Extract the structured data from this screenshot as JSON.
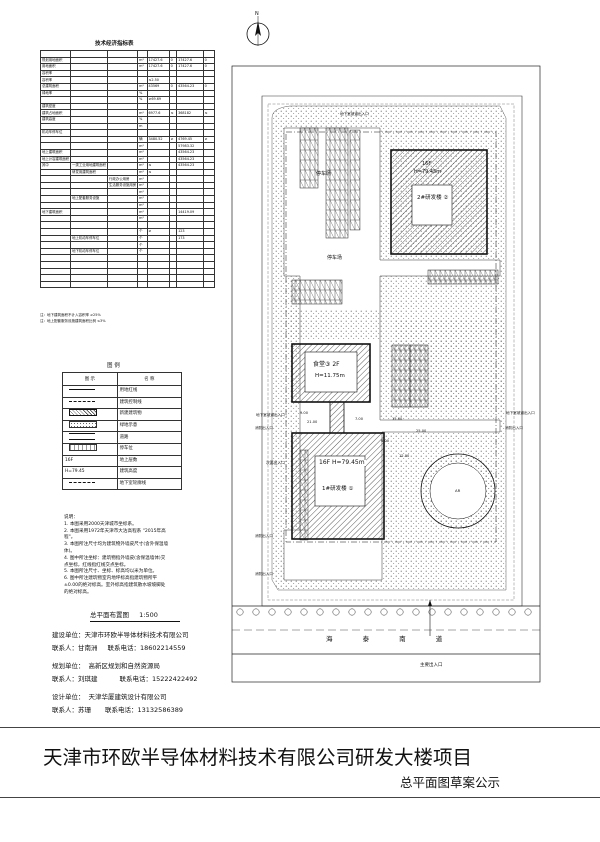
{
  "north_arrow": {
    "label": "N"
  },
  "spec_table": {
    "title": "技术经济指标表",
    "headers": [
      "",
      "",
      "",
      "单位",
      "",
      "",
      "",
      ""
    ],
    "rows": [
      [
        "",
        "",
        "",
        "",
        "",
        "",
        "",
        ""
      ],
      [
        "规划用地面积",
        "",
        "",
        "m²",
        "17427.6",
        "0",
        "17427.6",
        "0"
      ],
      [
        "用地面积",
        "",
        "",
        "m²",
        "17427.6",
        "0",
        "17427.6",
        "0"
      ],
      [
        "容积率",
        "",
        "",
        "",
        "",
        "",
        "",
        ""
      ],
      [
        "容积率",
        "",
        "",
        "",
        "≤2.50",
        "",
        "",
        ""
      ],
      [
        "总建筑面积",
        "",
        "",
        "m²",
        "43569",
        "0",
        "43564.23",
        "0"
      ],
      [
        "绿地率",
        "",
        "",
        "%",
        "",
        "",
        "",
        ""
      ],
      [
        "",
        "",
        "",
        "%",
        "≥69.69",
        "",
        "",
        ""
      ],
      [
        "建筑密度",
        "",
        "",
        "",
        "",
        "",
        "",
        ""
      ],
      [
        "建筑占地面积",
        "",
        "",
        "m²",
        "6977.6",
        "≤",
        "368182",
        "≤"
      ],
      [
        "建筑高度",
        "",
        "",
        "%",
        "",
        "",
        "",
        ""
      ],
      [
        "",
        "",
        "",
        "m",
        "",
        "",
        "",
        ""
      ],
      [
        "机动车停车位",
        "",
        "",
        "",
        "",
        "",
        "",
        ""
      ],
      [
        "",
        "",
        "",
        "辆",
        "3480.52",
        "≥",
        "4769.45",
        "≥"
      ],
      [
        "",
        "",
        "",
        "m²",
        "",
        "",
        "57983.32",
        ""
      ],
      [
        "地上建筑面积",
        "",
        "",
        "m²",
        "",
        "",
        "43564.23",
        ""
      ],
      [
        "地上计容建筑面积",
        "",
        "",
        "m²",
        "",
        "",
        "43564.23",
        ""
      ],
      [
        "其中",
        "一类工业用地建筑面积",
        "",
        "m²",
        "≤",
        "",
        "43564.23",
        ""
      ],
      [
        "",
        "研发用建筑面积",
        "",
        "m²",
        "≤",
        "",
        "",
        ""
      ],
      [
        "",
        "",
        "行政办公用房",
        "m²",
        "",
        "",
        "",
        ""
      ],
      [
        "",
        "",
        "生活服务设施用房",
        "m²",
        "",
        "",
        "",
        ""
      ],
      [
        "",
        "",
        "",
        "m²",
        "",
        "",
        "",
        ""
      ],
      [
        "",
        "地上配套服务设施",
        "",
        "m²",
        "",
        "",
        "",
        ""
      ],
      [
        "",
        "",
        "",
        "m²",
        "",
        "",
        "",
        ""
      ],
      [
        "地下建筑面积",
        "",
        "",
        "m²",
        "",
        "",
        "14419.09",
        ""
      ],
      [
        "",
        "",
        "",
        "m²",
        "",
        "",
        "",
        ""
      ],
      [
        "",
        "",
        "",
        "",
        "",
        "",
        "",
        ""
      ],
      [
        "",
        "",
        "",
        "个",
        "≥",
        "",
        "123",
        ""
      ],
      [
        "",
        "地上机动车停车位",
        "",
        "个",
        "",
        "",
        "173",
        ""
      ],
      [
        "",
        "",
        "",
        "个",
        "",
        "",
        "",
        ""
      ],
      [
        "",
        "地下机动车停车位",
        "",
        "个",
        "",
        "",
        "",
        ""
      ],
      [
        "",
        "",
        "",
        "",
        "",
        "",
        "",
        ""
      ],
      [
        "",
        "",
        "",
        "",
        "",
        "",
        "",
        ""
      ],
      [
        "",
        "",
        "",
        "",
        "",
        "",
        "",
        ""
      ],
      [
        "",
        "",
        "",
        "",
        "",
        "",
        "",
        ""
      ],
      [
        "",
        "",
        "",
        "",
        "",
        "",
        "",
        ""
      ]
    ],
    "footnote1": "注：地下建筑面积不计入容积率 ≥25%",
    "footnote2": "注：地上配套服务设施建筑面积比例 ≤3%"
  },
  "legend": {
    "title": "图 例",
    "col1": "图 示",
    "col2": "名 称",
    "items": [
      {
        "sym": "",
        "name": "用地红线"
      },
      {
        "sym": "",
        "name": "建筑控制线"
      },
      {
        "sym": "",
        "name": "新建建筑物"
      },
      {
        "sym": "",
        "name": "绿地示意"
      },
      {
        "sym": "",
        "name": "道路"
      },
      {
        "sym": "",
        "name": "停车位"
      },
      {
        "sym": "16F",
        "name": "地上层数"
      },
      {
        "sym": "H=79.45",
        "name": "建筑高度"
      },
      {
        "sym": "",
        "name": "地下室轮廓线"
      }
    ]
  },
  "notes": {
    "title": "说明：",
    "lines": [
      "1. 本图采用2000天津城市坐标系。",
      "2. 本图采用1972年天津市大沽高程系 \"2015年高",
      "   程\"。",
      "3. 本图所注尺寸均为建筑物外墙皮尺寸(含外保温墙",
      "   体)。",
      "4. 图中所注坐标：建筑物指外墙皮(含保温墙体)交",
      "   点坐标，红线指红线交点坐标。",
      "5. 本图所注尺寸、坐标、标高均以米为单位。",
      "6. 图中所注建筑物室内地坪标高指建筑物所平",
      "   ±0.00的绝对标高。室外标高指建筑散水坡坡脚处",
      "   的绝对标高。"
    ]
  },
  "scale_label": {
    "name": "总平面布置图",
    "ratio": "1:500"
  },
  "info": {
    "builder_label": "建设单位：",
    "builder": "天津市环欧半导体材料技术有限公司",
    "builder_contact_label": "联系人：",
    "builder_contact": "甘南洲",
    "builder_phone_label": "联系电话：",
    "builder_phone": "18602214559",
    "planner_label": "规划单位：",
    "planner": "高新区规划和自然资源局",
    "planner_contact_label": "联系人：",
    "planner_contact": "刘琪建",
    "planner_phone_label": "联系电话：",
    "planner_phone": "15222422492",
    "designer_label": "设计单位：",
    "designer": "天津华厦建筑设计有限公司",
    "designer_contact_label": "联系人：",
    "designer_contact": "苏珊",
    "designer_phone_label": "联系电话：",
    "designer_phone": "13132586389"
  },
  "site": {
    "b2_floors": "16F",
    "b2_height": "H=79.45m",
    "b2_name": "2#研发楼",
    "b2_num": "②",
    "b3_name": "食堂",
    "b3_num": "③",
    "b3_floors": "2F",
    "b3_height": "H=11.75m",
    "b1_label": "16F H=79.45m",
    "b1_name": "1#研发楼",
    "b1_num": "①",
    "parking_a": "停车场",
    "parking_b": "停车场",
    "road_name": "海 泰 南 道",
    "main_entrance": "主要出入口",
    "secondary_entrance": "次要出入口",
    "ramp_a": "地下室坡道出入口",
    "ramp_b": "地下室坡道出入口",
    "ramp_c": "地下室坡道出入口",
    "fire_a": "消防出入口",
    "fire_b": "消防出入口",
    "fire_c": "消防出入口",
    "fire_d": "消防出入口",
    "circle_label": "AR",
    "dims": [
      "21.00",
      "6.00",
      "12.00",
      "15.00",
      "9.00",
      "25.00",
      "7.00"
    ]
  },
  "title_block": {
    "main": "天津市环欧半导体材料技术有限公司研发大楼项目",
    "sub": "总平面图草案公示"
  }
}
